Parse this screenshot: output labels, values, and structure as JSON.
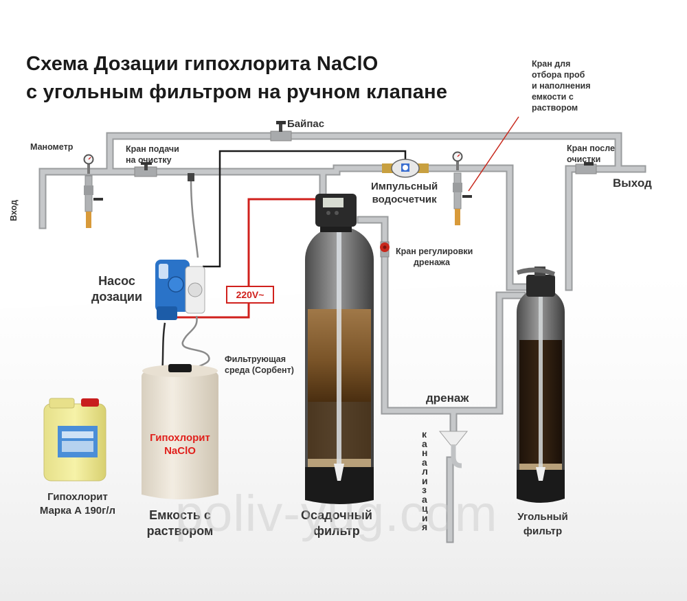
{
  "title": {
    "line1": "Схема Дозации гипохлорита NaClO",
    "line2": "с угольным фильтром на ручном клапане"
  },
  "labels": {
    "bypass": "Байпас",
    "manometer": "Манометр",
    "feed_valve": [
      "Кран подачи",
      "на очистку"
    ],
    "sample_valve": [
      "Кран для",
      "отбора проб",
      "и наполнения",
      "емкости с",
      "раствором"
    ],
    "outlet_valve": [
      "Кран после",
      "очистки"
    ],
    "outlet": "Выход",
    "inlet": "Вход",
    "meter": [
      "Импульсный",
      "водосчетчик"
    ],
    "drain_valve": [
      "Кран регулировки",
      "дренажа"
    ],
    "pump": [
      "Насос",
      "дозации"
    ],
    "voltage": "220V~",
    "media": [
      "Фильтрующая",
      "среда (Сорбент)"
    ],
    "drain": "дренаж",
    "sewer": "канализация",
    "tank_label": [
      "Гипохлорит",
      "NaClO"
    ],
    "canister": [
      "Гипохлорит",
      "Марка А 190г/л"
    ],
    "tank": [
      "Емкость с",
      "раствором"
    ],
    "sediment_filter": [
      "Осадочный",
      "фильтр"
    ],
    "carbon_filter": [
      "Угольный",
      "фильтр"
    ],
    "watermark": "poliv-yug.com"
  },
  "colors": {
    "pipe": "#bfc1c3",
    "pipe_edge": "#9a9c9e",
    "signal_wire": "#1a1a1a",
    "power_wire": "#d0201c",
    "tank": "#ece4d6",
    "pump": "#2a73c8",
    "tank_text": "#e0201c"
  }
}
